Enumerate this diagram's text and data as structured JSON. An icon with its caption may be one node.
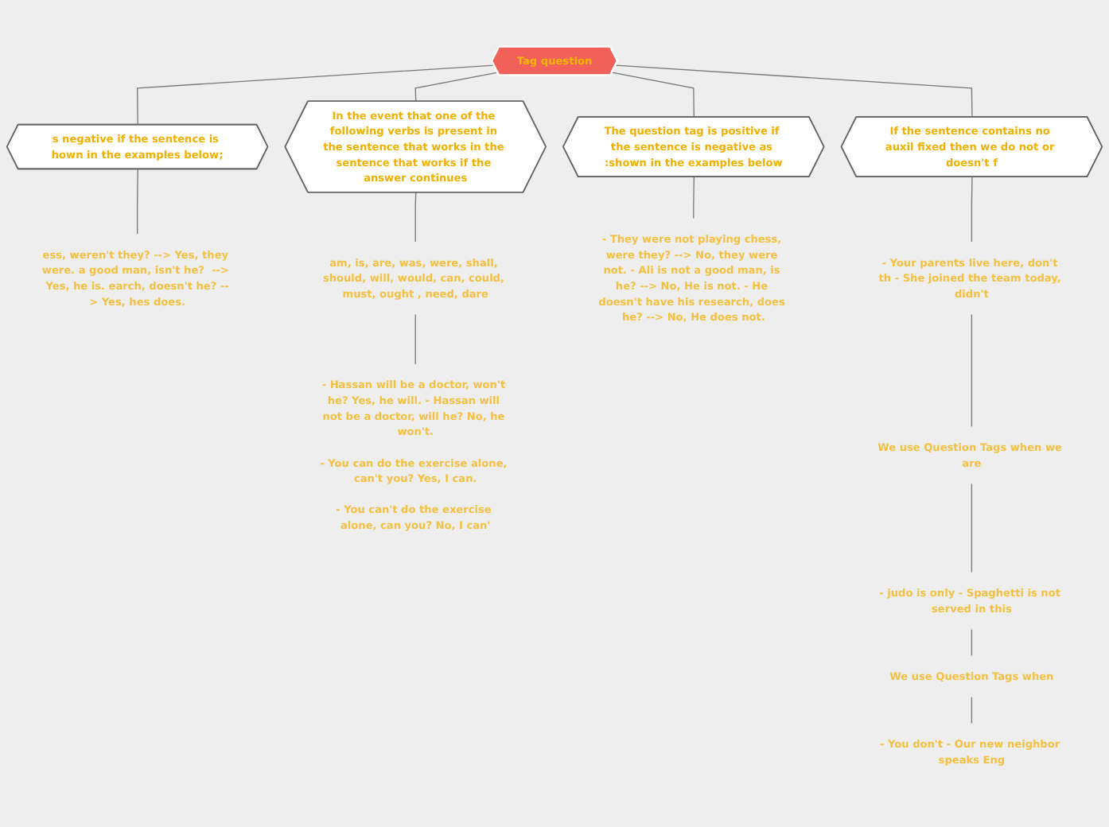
{
  "diagram": {
    "nodes": [
      {
        "text": [
          "Tag question"
        ]
      },
      {
        "text": [
          "s negative if the sentence is hown in the examples below;"
        ]
      },
      {
        "text": [
          "In the event that one of the following verbs is present in the sentence that works in the sentence that works if the answer continues"
        ]
      },
      {
        "text": [
          "The question tag is positive if the sentence is negative as :shown in the examples below"
        ]
      },
      {
        "text": [
          "If the sentence contains no auxil fixed then we do not or doesn't f"
        ]
      },
      {
        "text": [
          "ess, weren't they? --> Yes, they were. a good man, isn't he?  --> Yes, he is. earch, doesn't he? --> Yes, hes does."
        ]
      },
      {
        "text": [
          "am, is, are, was, were, shall, should, will, would, can, could, must, ought , need, dare"
        ]
      },
      {
        "text": [
          "- Hassan will be a doctor, won't he? Yes, he will. - Hassan will not be a doctor, will he? No, he won't.",
          "- You can do the exercise alone, can't you? Yes, I can.",
          "- You can't do the exercise alone, can you? No, I can'"
        ]
      },
      {
        "text": [
          "- They were not playing chess, were they? --> No, they were not. - Ali is not a good man, is he? --> No, He is not. - He doesn't have his research, does he? --> No, He does not."
        ]
      },
      {
        "text": [
          "- Your parents live here, don't th - She joined the team today, didn't"
        ]
      },
      {
        "text": [
          "We use Question Tags when we are"
        ]
      },
      {
        "text": [
          "- judo is only - Spaghetti is not served in this"
        ]
      },
      {
        "text": [
          "We use Question Tags when"
        ]
      },
      {
        "text": [
          "- You don't - Our new neighbor speaks Eng"
        ]
      }
    ],
    "edges": [
      {
        "from": 0,
        "to": 1,
        "arrow": "none"
      },
      {
        "from": 0,
        "to": 2,
        "arrow": "none"
      },
      {
        "from": 0,
        "to": 3,
        "arrow": "none"
      },
      {
        "from": 0,
        "to": 4,
        "arrow": "none"
      },
      {
        "from": 1,
        "to": 5,
        "arrow": "none"
      },
      {
        "from": 2,
        "to": 6,
        "arrow": "none"
      },
      {
        "from": 6,
        "to": 7,
        "arrow": "none"
      },
      {
        "from": 3,
        "to": 8,
        "arrow": "none"
      },
      {
        "from": 4,
        "to": 9,
        "arrow": "none"
      },
      {
        "from": 9,
        "to": 10,
        "arrow": "none"
      },
      {
        "from": 10,
        "to": 11,
        "arrow": "none"
      },
      {
        "from": 11,
        "to": 12,
        "arrow": "none"
      },
      {
        "from": 12,
        "to": 13,
        "arrow": "none"
      }
    ]
  }
}
